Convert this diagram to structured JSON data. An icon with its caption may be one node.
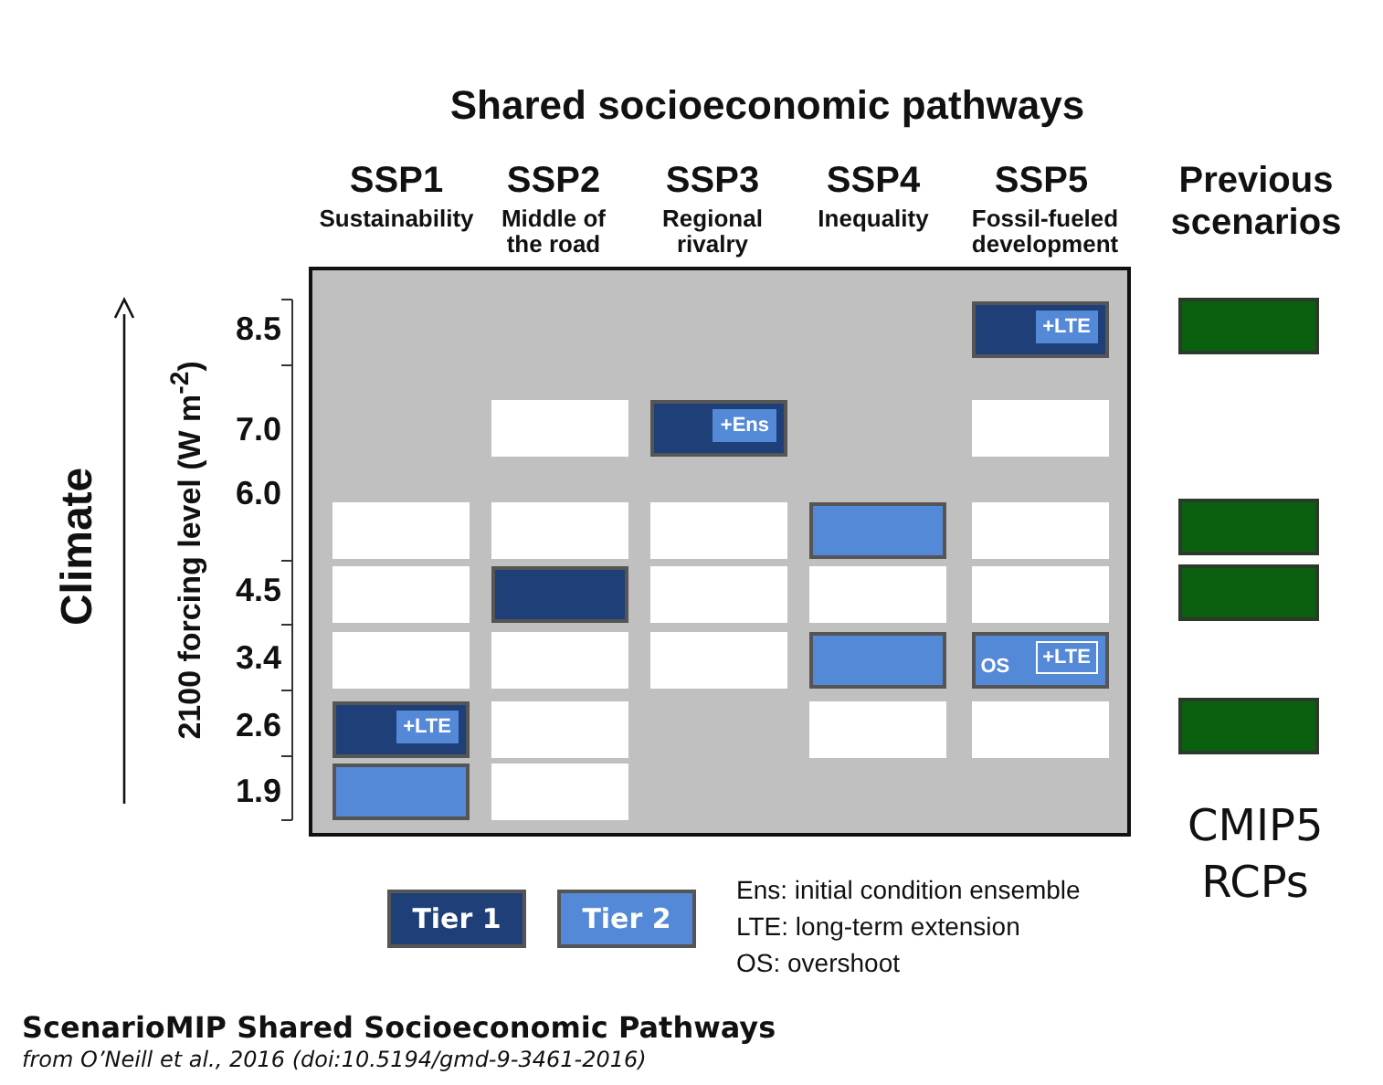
{
  "diagram": {
    "title": "Shared socioeconomic pathways",
    "caption": "ScenarioMIP Shared Socioeconomic Pathways",
    "nodes": [
      {
        "text": [],
        "shape": "box"
      },
      {
        "text": [
          "+LTE"
        ],
        "in": 0
      },
      {
        "text": [],
        "shape": "box",
        "in": 0
      },
      {
        "text": [
          "+Ens"
        ],
        "in": 0
      },
      {
        "text": [],
        "shape": "box",
        "in": 0
      },
      {
        "text": [],
        "shape": "box",
        "in": 0
      },
      {
        "text": [],
        "shape": "box",
        "in": 0
      },
      {
        "text": [],
        "shape": "box",
        "in": 0
      },
      {
        "text": [],
        "shape": "box",
        "in": 0
      },
      {
        "text": [],
        "shape": "box",
        "in": 0
      },
      {
        "text": [],
        "shape": "box",
        "in": 0
      },
      {
        "text": [],
        "shape": "box",
        "in": 0
      },
      {
        "text": [],
        "shape": "box",
        "in": 0
      },
      {
        "text": [],
        "shape": "box",
        "in": 0
      },
      {
        "text": [],
        "shape": "box",
        "in": 0
      },
      {
        "text": [],
        "shape": "box",
        "in": 0
      },
      {
        "text": [],
        "shape": "box",
        "in": 0
      },
      {
        "text": [],
        "shape": "box",
        "in": 0
      },
      {
        "text": [],
        "shape": "box",
        "in": 0
      },
      {
        "text": [
          "OS",
          "+LTE"
        ],
        "in": 0
      },
      {
        "text": [
          "+LTE"
        ],
        "in": 0
      },
      {
        "text": [],
        "shape": "box",
        "in": 0
      },
      {
        "text": [],
        "shape": "box",
        "in": 0
      },
      {
        "text": [],
        "shape": "box",
        "in": 0
      },
      {
        "text": [],
        "shape": "box",
        "in": 0
      },
      {
        "text": [],
        "shape": "box",
        "in": 0
      },
      {
        "text": [],
        "shape": "box"
      },
      {
        "text": [],
        "shape": "box"
      },
      {
        "text": [],
        "shape": "box"
      },
      {
        "text": [],
        "shape": "box"
      }
    ],
    "labels": [
      "SSP1",
      "SSP2",
      "SSP3",
      "SSP4",
      "SSP5",
      "Previous scenarios",
      "Sustainability",
      "Middle of the road",
      "Regional rivalry",
      "Inequality",
      "Fossil-fueled development",
      "Climate",
      "2100 forcing level (W m$^{-2}$)",
      "8.5",
      "7.0",
      "6.0",
      "4.5",
      "3.4",
      "2.6",
      "1.9",
      "CMIP5 RCPs",
      "Ens: initial condition ensemble",
      "LTE: long-term extension",
      "OS: overshoot",
      "from O’Neill et al., 2016 (doi:10.5194/gmd-9-3461-2016)"
    ],
    "legend": [
      {
        "text": "Tier 1",
        "color": "#1f3f78"
      },
      {
        "text": "Tier 2",
        "color": "#5389d6"
      }
    ]
  }
}
